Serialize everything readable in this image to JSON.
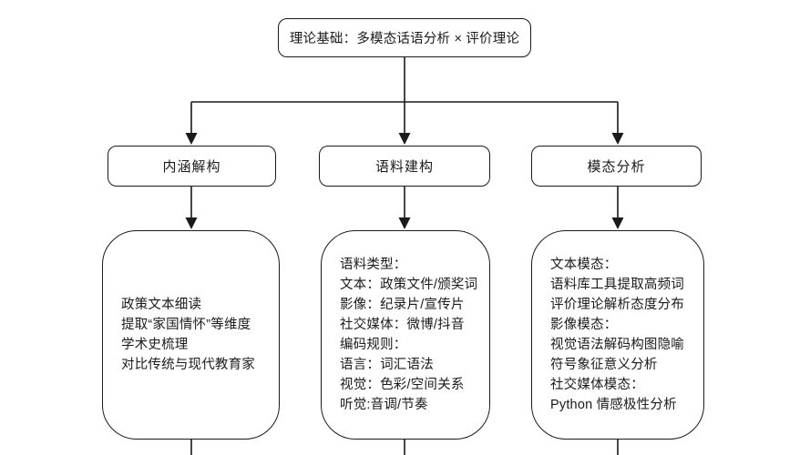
{
  "colors": {
    "background": "#ffffff",
    "stroke": "#1a1a1a",
    "text": "#1a1a1a",
    "node_fill": "#ffffff"
  },
  "root": {
    "title": "理论基础：多模态话语分析 × 评价理论"
  },
  "branches": [
    {
      "label": "内涵解构",
      "details": [
        "政策文本细读",
        "提取“家国情怀”等维度",
        "学术史梳理",
        "对比传统与现代教育家"
      ]
    },
    {
      "label": "语料建构",
      "details": [
        "语料类型：",
        "文本：政策文件/颁奖词",
        "影像：纪录片/宣传片",
        "社交媒体：微博/抖音",
        "编码规则：",
        "语言：词汇语法",
        "视觉：色彩/空间关系",
        "听觉:音调/节奏"
      ]
    },
    {
      "label": "模态分析",
      "details": [
        "文本模态：",
        "语料库工具提取高频词",
        "评价理论解析态度分布",
        "影像模态：",
        "视觉语法解码构图隐喻",
        "符号象征意义分析",
        "社交媒体模态：",
        "Python 情感极性分析"
      ]
    }
  ]
}
